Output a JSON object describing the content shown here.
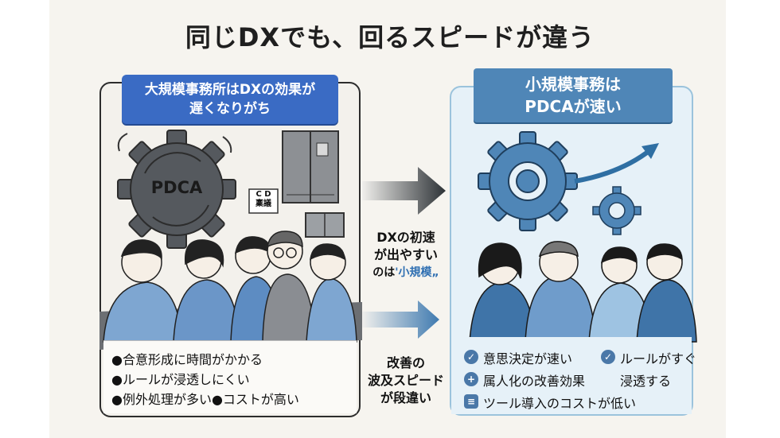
{
  "title": "同じDXでも、回るスピードが違う",
  "left": {
    "header_line1": "大規模事務所はDXの効果が",
    "header_line2": "遅くなりがち",
    "gear_label": "PDCA",
    "sign_line1": "C D",
    "sign_line2": "稟議",
    "bullets": [
      "●合意形成に時間がかかる",
      "●ルールが浸透しにくい",
      "●例外処理が多い●コストが高い"
    ]
  },
  "right": {
    "header_line1": "小規模事務は",
    "header_line2": "PDCAが速い",
    "bullets": [
      "意思決定が速い",
      "ルールがすぐ",
      "浸透する",
      "属人化の改善効果",
      "ツール導入のコストが低い"
    ]
  },
  "middle": {
    "text1_line1": "DXの初速",
    "text1_line2": "が出やすい",
    "text1_line3_prefix": "のは",
    "text1_line3_highlight": "'小規模„",
    "text2_line1": "改善の",
    "text2_line2": "波及スピード",
    "text2_line3": "が段違い"
  },
  "colors": {
    "left_accent": "#3a6bc4",
    "right_accent": "#4f86b7",
    "right_bg": "#e6f1f8",
    "arrow_dark": "#2d3236",
    "arrow_blue": "#3f7ab0"
  }
}
